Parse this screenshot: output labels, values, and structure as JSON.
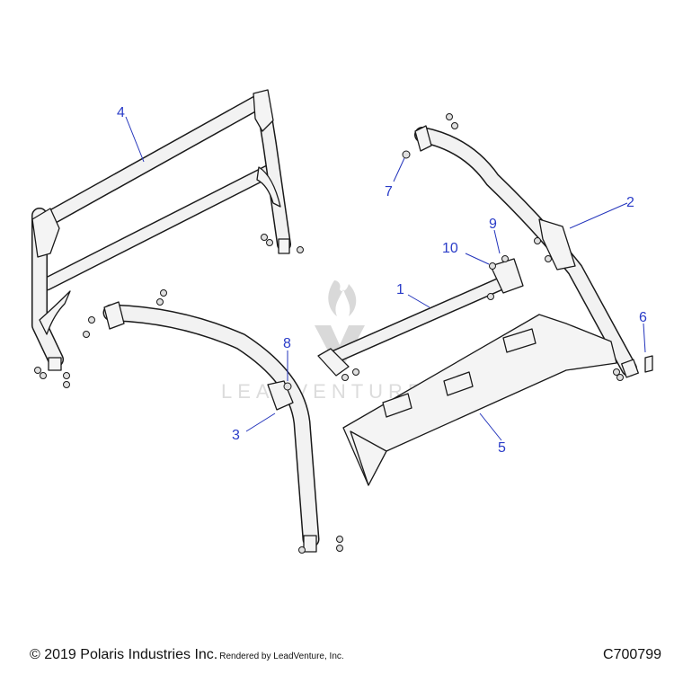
{
  "callouts": [
    {
      "id": "1",
      "label": "1"
    },
    {
      "id": "2",
      "label": "2"
    },
    {
      "id": "3",
      "label": "3"
    },
    {
      "id": "4",
      "label": "4"
    },
    {
      "id": "5",
      "label": "5"
    },
    {
      "id": "6",
      "label": "6"
    },
    {
      "id": "7",
      "label": "7"
    },
    {
      "id": "8",
      "label": "8"
    },
    {
      "id": "9",
      "label": "9"
    },
    {
      "id": "10",
      "label": "10"
    }
  ],
  "watermark": {
    "text": "LEADVENTURE"
  },
  "footer": {
    "copyright": "© 2019 Polaris Industries Inc.",
    "rendered_by": "Rendered by LeadVenture, Inc.",
    "diagram_code": "C700799"
  }
}
